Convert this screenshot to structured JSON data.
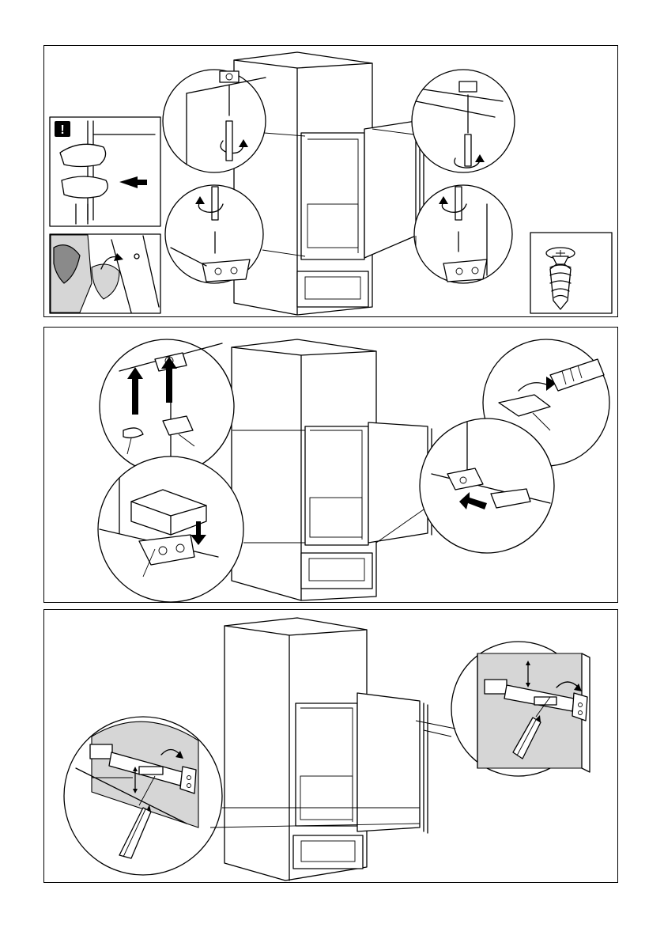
{
  "page": {
    "background": "#ffffff",
    "ink": "#000000",
    "shading": "#8a8a8a"
  },
  "panels": [
    {
      "id": "step-remove-door-hinges",
      "icons": [
        "warning-icon",
        "arrow-icon",
        "rotate-screwdriver-icon",
        "screw-icon"
      ]
    },
    {
      "id": "step-fit-hinge-covers",
      "icons": [
        "arrow-up-icon",
        "arrow-down-icon",
        "knife-icon"
      ]
    },
    {
      "id": "step-mark-door-bracket",
      "icons": [
        "pencil-icon",
        "bracket-icon"
      ]
    }
  ],
  "warning_symbol": "!"
}
